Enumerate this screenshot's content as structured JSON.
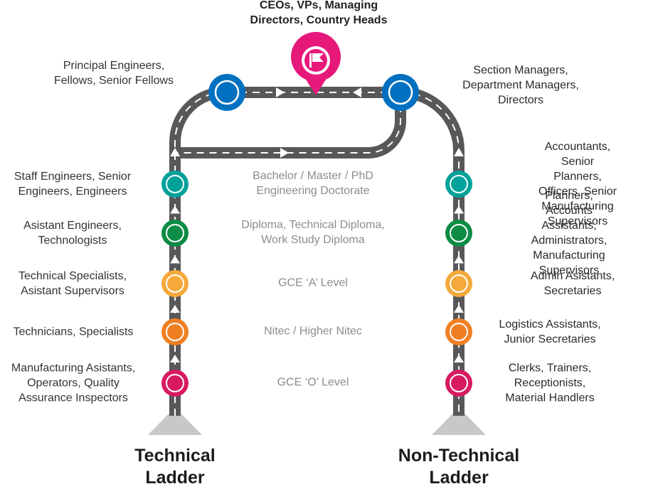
{
  "colors": {
    "road": "#58585a",
    "lane": "#ffffff",
    "base": "#c8c8c8",
    "pin": "#e6197a",
    "levels": [
      "#d81b60",
      "#f07f22",
      "#f5a93b",
      "#0c8c44",
      "#00a19a"
    ],
    "top": "#0070c0"
  },
  "top": {
    "label": "CEOs, VPs, Managing\nDirectors, Country Heads",
    "icon": "flag-pin-icon"
  },
  "technical": {
    "title": "Technical\nLadder",
    "top_label": "Principal Engineers,\nFellows, Senior Fellows",
    "levels": [
      "Manufacturing Asistants,\nOperators, Quality\nAssurance Inspectors",
      "Technicians, Specialists",
      "Technical Specialists,\nAsistant Supervisors",
      "Asistant Engineers,\nTechnologists",
      "Staff Engineers, Senior\nEngineers, Engineers"
    ]
  },
  "non_technical": {
    "title": "Non-Technical\nLadder",
    "top_label": "Section Managers,\nDepartment Managers,\nDirectors",
    "levels": [
      "Clerks, Trainers,\nReceptionists,\nMaterial Handlers",
      "Logistics Assistants,\nJunior Secretaries",
      "Admin Asistants, Secretaries",
      "Planners, Accounts\nAssistants, Administrators,\nManufacturing Supervisors",
      "Accountants, Senior\nPlanners, Officers, Senior\nManufacturing Supervisors"
    ]
  },
  "education": [
    "GCE ‘O’ Level",
    "Nitec / Higher Nitec",
    "GCE ‘A’ Level",
    "Diploma, Technical Diploma,\nWork Study Diploma",
    "Bachelor / Master / PhD\nEngineering Doctorate"
  ]
}
